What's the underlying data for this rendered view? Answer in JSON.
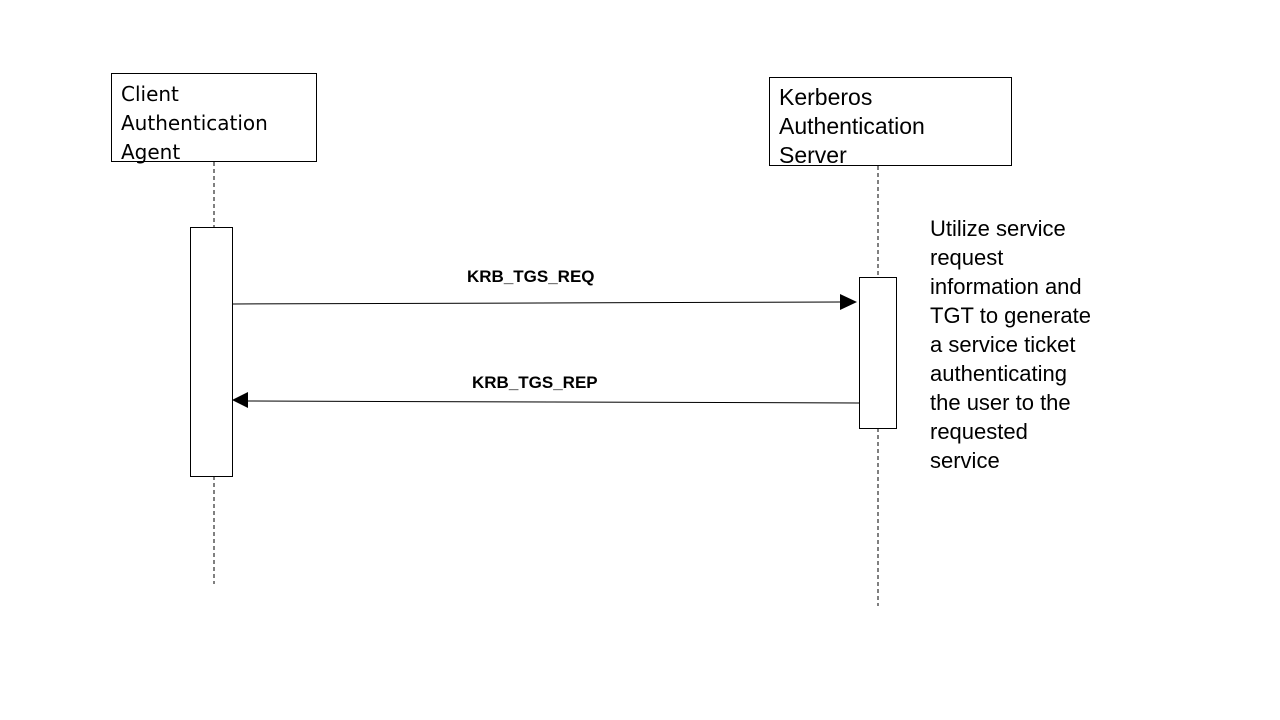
{
  "actors": {
    "client": {
      "lines": [
        "Client",
        "Authentication",
        "Agent"
      ]
    },
    "server": {
      "lines": [
        "Kerberos",
        "Authentication",
        "Server"
      ]
    }
  },
  "messages": [
    {
      "label": "KRB_TGS_REQ",
      "from": "client",
      "to": "server"
    },
    {
      "label": "KRB_TGS_REP",
      "from": "server",
      "to": "client"
    }
  ],
  "note": {
    "lines": [
      "Utilize service",
      "request",
      "information and",
      "TGT to generate",
      "a service ticket",
      "authenticating",
      "the user to the",
      "requested",
      "service"
    ]
  },
  "colors": {
    "stroke": "#000000",
    "background": "#ffffff"
  }
}
